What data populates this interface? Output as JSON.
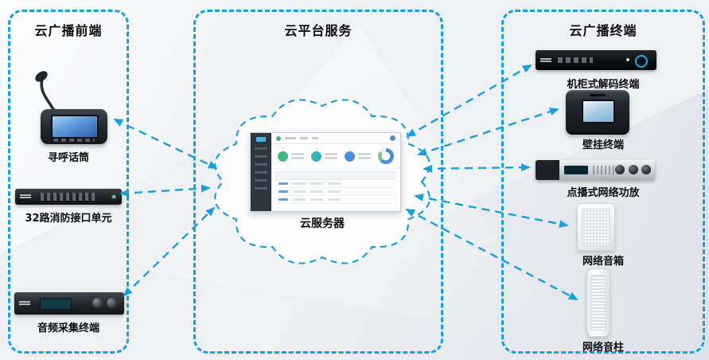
{
  "diagram": {
    "background_color": "#eef0f3",
    "accent_color": "#18a0dd",
    "panels": {
      "frontend": {
        "title": "云广播前端",
        "devices": {
          "mic": {
            "label": "寻呼话筒",
            "icon": "paging-microphone"
          },
          "fire": {
            "label": "32路消防接口单元",
            "icon": "rack-unit"
          },
          "collect": {
            "label": "音频采集终端",
            "icon": "rack-unit"
          }
        }
      },
      "platform": {
        "title": "云平台服务",
        "server_label": "云服务器",
        "icon": "cloud"
      },
      "terminal": {
        "title": "云广播终端",
        "devices": {
          "decoder": {
            "label": "机柜式解码终端",
            "icon": "rack-decoder"
          },
          "wall": {
            "label": "壁挂终端",
            "icon": "wall-terminal"
          },
          "amp": {
            "label": "点播式网络功放",
            "icon": "rack-amplifier"
          },
          "speaker": {
            "label": "网络音箱",
            "icon": "wall-speaker"
          },
          "column": {
            "label": "网络音柱",
            "icon": "column-speaker"
          }
        }
      }
    }
  }
}
